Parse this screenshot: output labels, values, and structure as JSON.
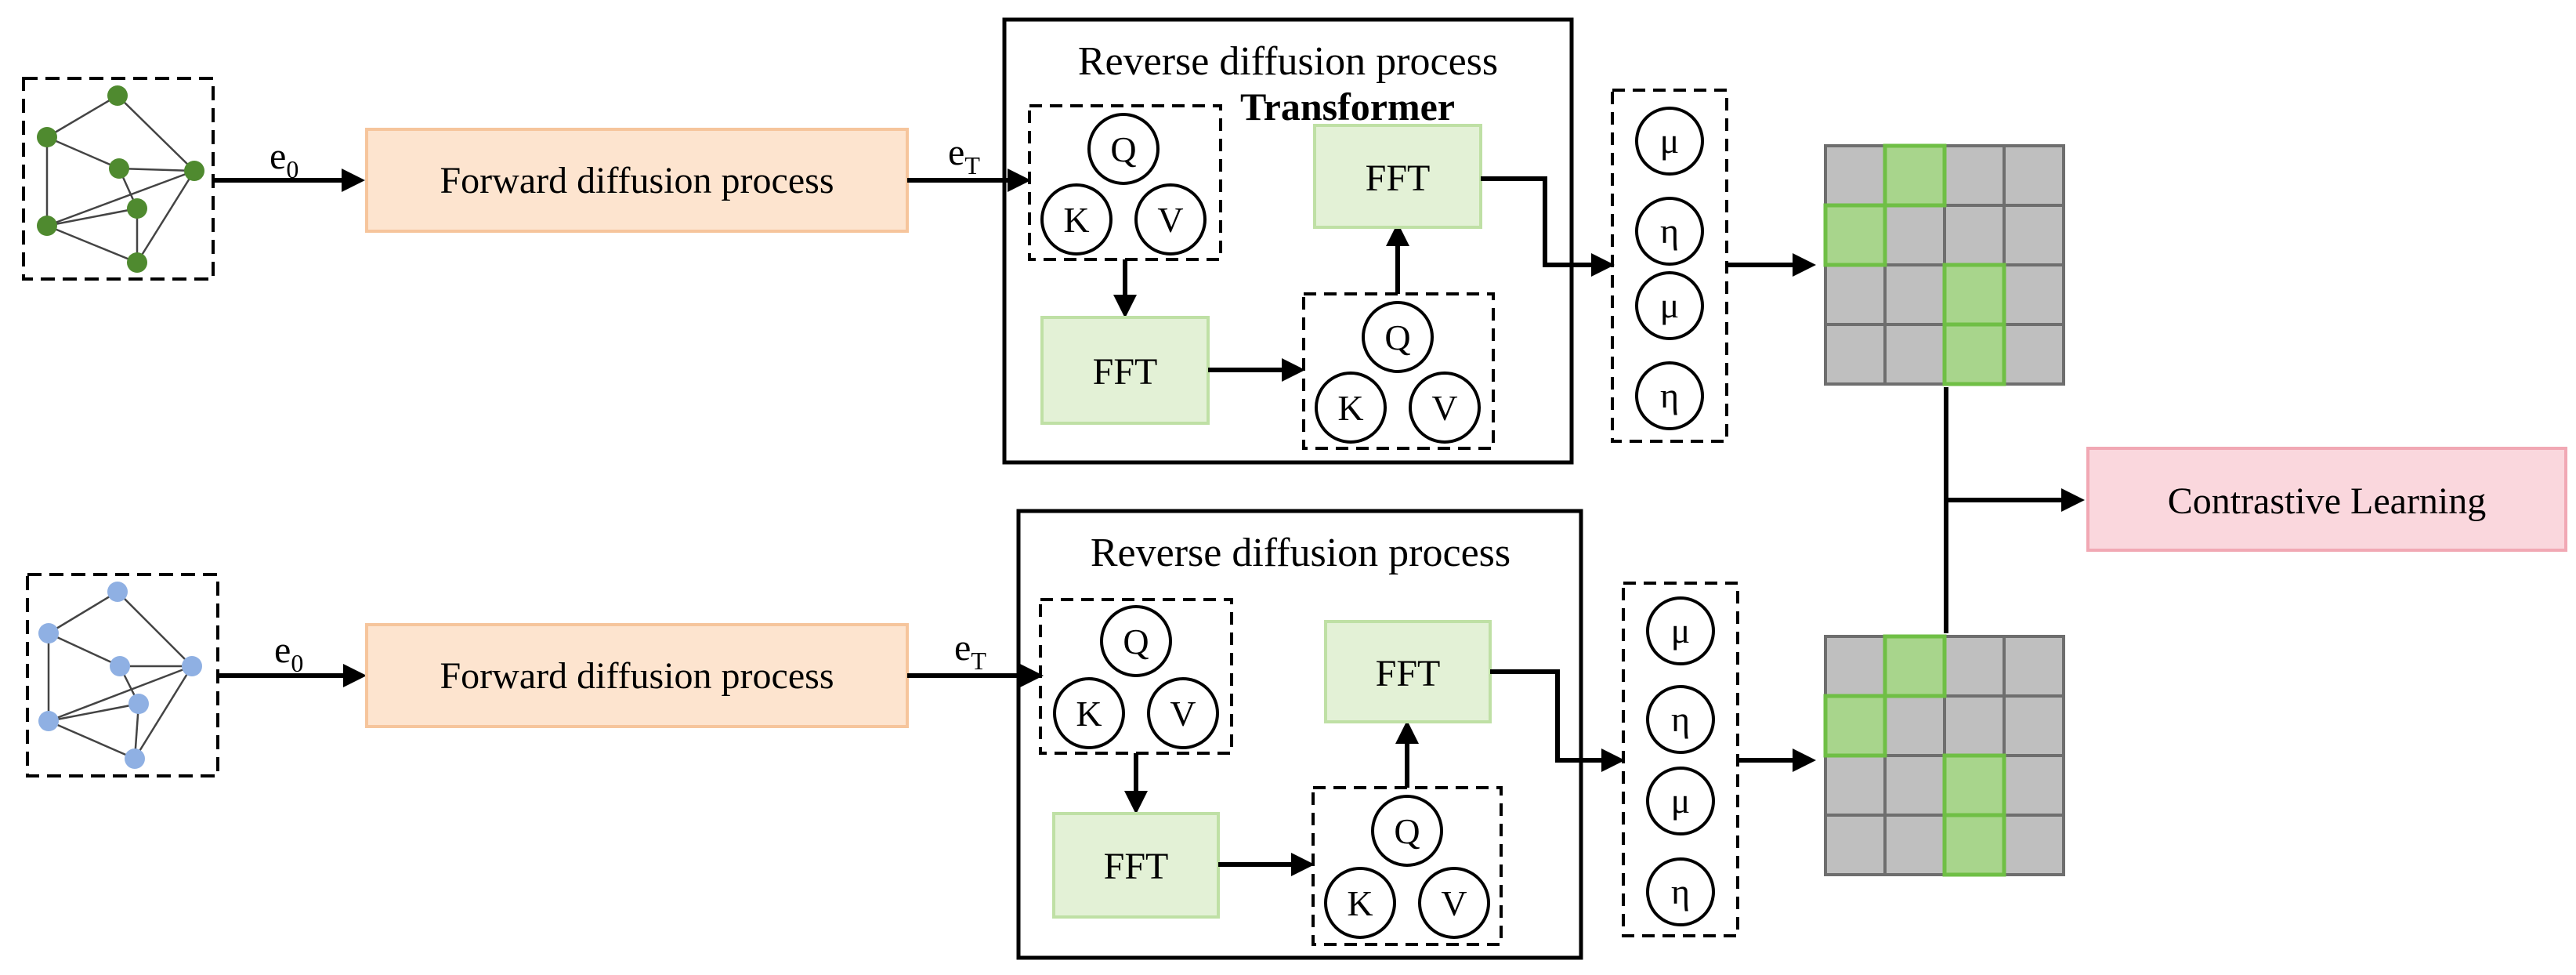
{
  "edge_labels": {
    "e0": "e",
    "e0_sub": "0",
    "eT": "e",
    "eT_sub": "T"
  },
  "forward": {
    "label": "Forward diffusion process"
  },
  "reverse": {
    "title": "Reverse diffusion process"
  },
  "transformer_label": "Transformer",
  "fft_label": "FFT",
  "attention": {
    "q": "Q",
    "k": "K",
    "v": "V"
  },
  "params": {
    "mu": "μ",
    "eta": "η"
  },
  "contrastive": {
    "label": "Contrastive Learning"
  },
  "colors": {
    "forward_fill": "#fde4cf",
    "forward_stroke": "#f6c59c",
    "fft_fill": "#e3f1d6",
    "fft_stroke": "#bfe0a5",
    "contrastive_fill": "#fad7dd",
    "contrastive_stroke": "#f1a8b4",
    "graph_top_nodes": "#4f8a2f",
    "graph_bottom_nodes": "#8fb0e3",
    "matrix_cell": "#bfbfbf",
    "matrix_highlight": "#a8d58c",
    "matrix_highlight_stroke": "#6fbf45"
  },
  "matrix": {
    "rows": 4,
    "cols": 4,
    "highlighted": [
      [
        0,
        1
      ],
      [
        1,
        0
      ],
      [
        2,
        2
      ],
      [
        3,
        2
      ]
    ]
  }
}
